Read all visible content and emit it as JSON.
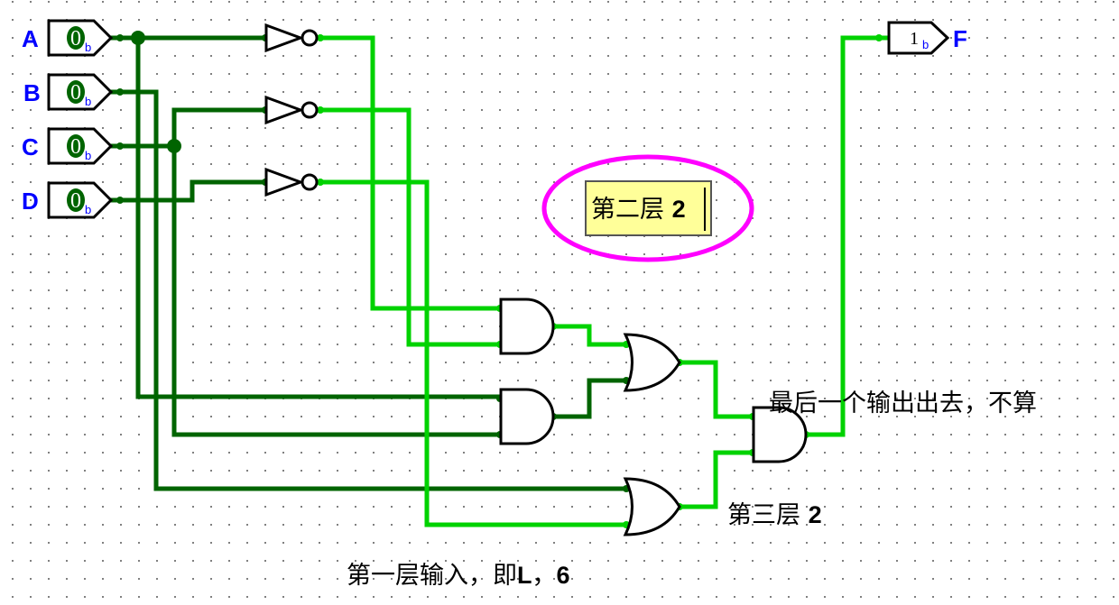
{
  "circuit": {
    "colors": {
      "wire_low": "#006400",
      "wire_high": "#00d200",
      "label": "#0000ff",
      "highlight_ellipse": "#ff00ff",
      "note_box": "#ffff99"
    },
    "inputs": [
      {
        "label": "A",
        "value": "0",
        "radix": "b"
      },
      {
        "label": "B",
        "value": "0",
        "radix": "b"
      },
      {
        "label": "C",
        "value": "0",
        "radix": "b"
      },
      {
        "label": "D",
        "value": "0",
        "radix": "b"
      }
    ],
    "output": {
      "label": "F",
      "value": "1",
      "radix": "b"
    },
    "gates": [
      {
        "type": "NOT",
        "input": "A"
      },
      {
        "type": "NOT",
        "input": "C"
      },
      {
        "type": "NOT",
        "input": "D"
      },
      {
        "type": "AND",
        "inputs": [
          "NOT A",
          "NOT C"
        ]
      },
      {
        "type": "AND",
        "inputs": [
          "A",
          "C"
        ]
      },
      {
        "type": "OR",
        "inputs": [
          "AND1",
          "AND2"
        ]
      },
      {
        "type": "OR",
        "inputs": [
          "B",
          "NOT D"
        ]
      },
      {
        "type": "AND",
        "inputs": [
          "OR1",
          "OR2"
        ],
        "output": "F"
      }
    ],
    "annotations": {
      "layer2": {
        "text_cjk": "第二层 ",
        "text_num": "2"
      },
      "layer3": {
        "text_cjk": "第三层 ",
        "text_num": "2"
      },
      "last_output": "最后一个输出出去，不算",
      "layer1": {
        "text_cjk_a": "第一层输入，即",
        "text_L": "L",
        "text_sep": "，",
        "text_num": "6"
      }
    }
  }
}
